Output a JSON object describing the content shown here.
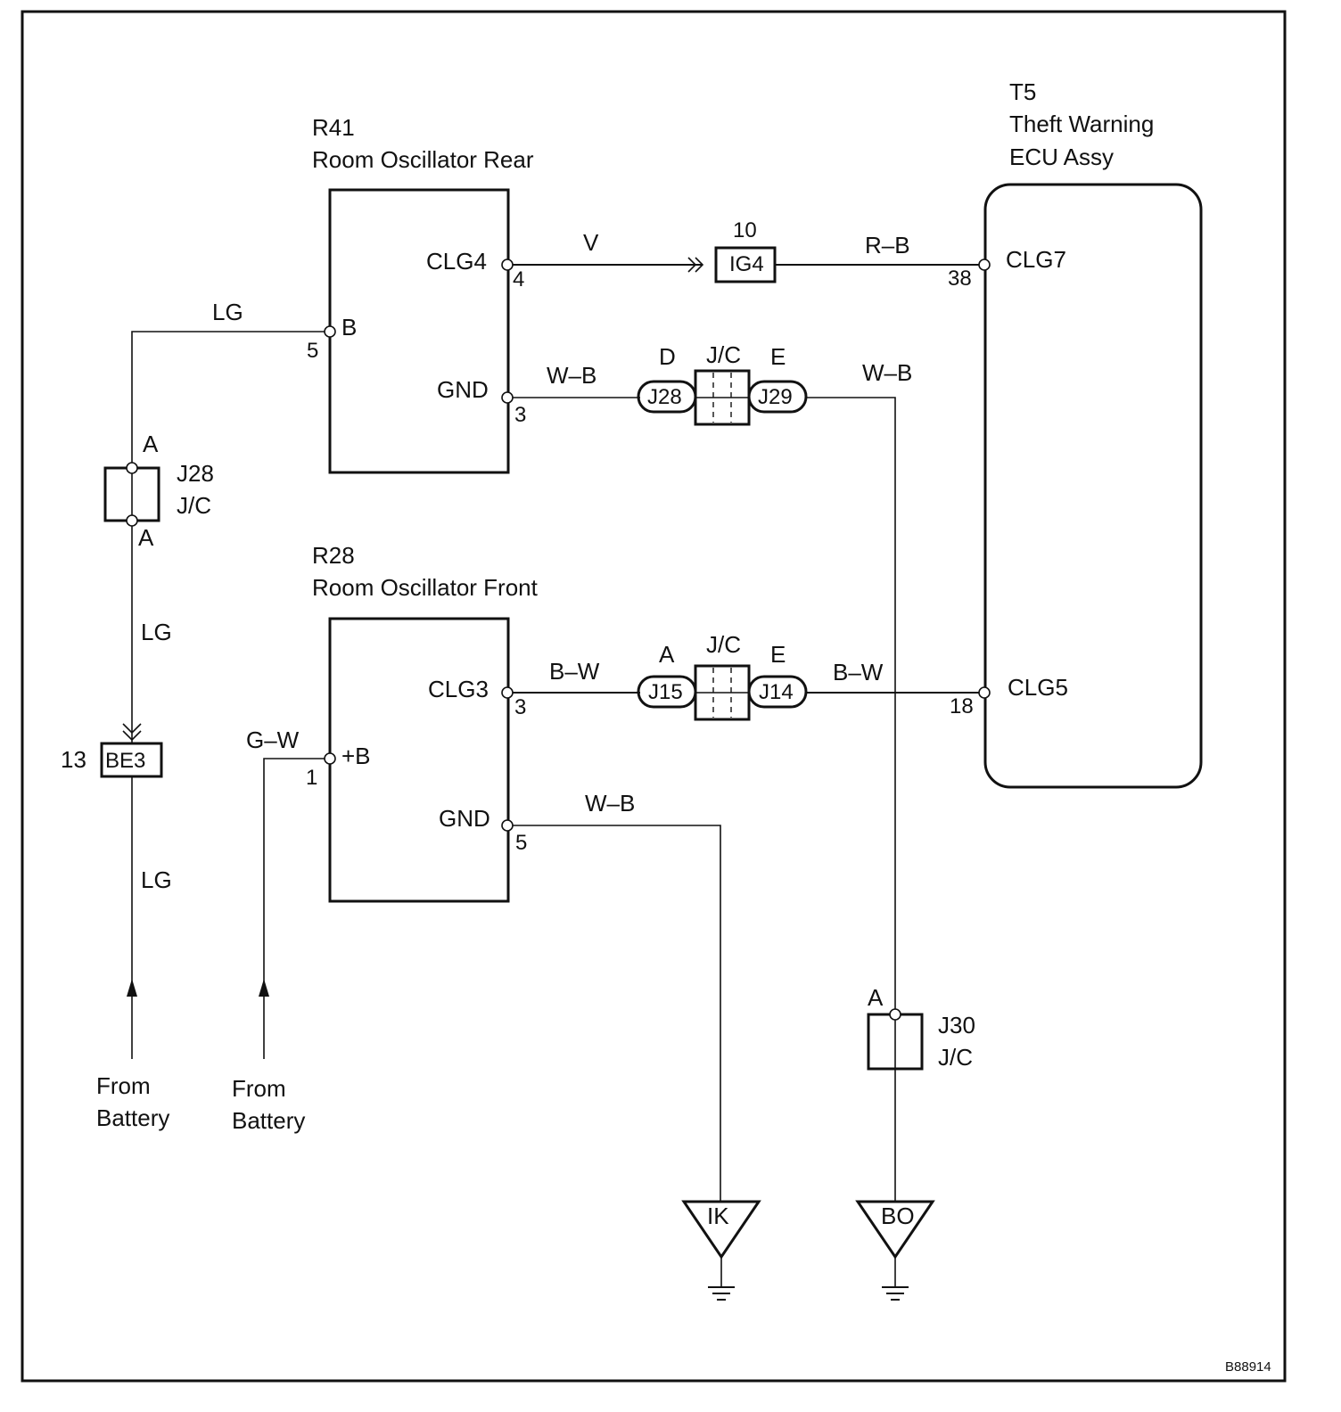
{
  "components": {
    "r41": {
      "id": "R41",
      "name": "Room Oscillator Rear",
      "pin_clg4": "CLG4",
      "pin_b": "B",
      "pin_gnd": "GND",
      "num_clg4": "4",
      "num_b": "5",
      "num_gnd": "3"
    },
    "r28": {
      "id": "R28",
      "name": "Room Oscillator Front",
      "pin_clg3": "CLG3",
      "pin_b": "+B",
      "pin_gnd": "GND",
      "num_clg3": "3",
      "num_b": "1",
      "num_gnd": "5"
    },
    "t5": {
      "id": "T5",
      "name_line1": "Theft Warning",
      "name_line2": "ECU Assy",
      "pin_clg7": "CLG7",
      "pin_clg5": "CLG5",
      "num_clg7": "38",
      "num_clg5": "18"
    }
  },
  "connectors": {
    "ig4": {
      "label": "IG4",
      "pin": "10"
    },
    "be3": {
      "label": "BE3",
      "pin": "13"
    },
    "jc_top": {
      "label": "J/C",
      "left_tag": "D",
      "right_tag": "E",
      "left": "J28",
      "right": "J29"
    },
    "jc_mid": {
      "label": "J/C",
      "left_tag": "A",
      "right_tag": "E",
      "left": "J15",
      "right": "J14"
    },
    "j28": {
      "id": "J28",
      "type": "J/C",
      "top_pin": "A",
      "bottom_pin": "A"
    },
    "j30": {
      "id": "J30",
      "type": "J/C",
      "pin": "A"
    }
  },
  "wires": {
    "v": "V",
    "r_b": "R–B",
    "lg_top": "LG",
    "lg_mid": "LG",
    "lg_bottom": "LG",
    "w_b_1": "W–B",
    "w_b_2": "W–B",
    "w_b_3": "W–B",
    "b_w_1": "B–W",
    "b_w_2": "B–W",
    "g_w": "G–W"
  },
  "sources": {
    "battery1_line1": "From",
    "battery1_line2": "Battery",
    "battery2_line1": "From",
    "battery2_line2": "Battery"
  },
  "grounds": {
    "ik": "IK",
    "bo": "BO"
  },
  "figure_code": "B88914"
}
